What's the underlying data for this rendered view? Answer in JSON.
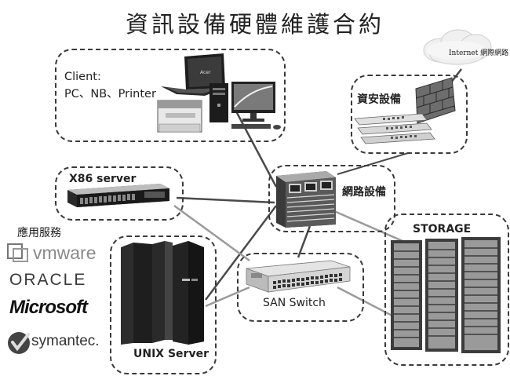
{
  "title": "資訊設備硬體維護合約",
  "client": {
    "line1": "Client:",
    "line2": "PC、NB、Printer"
  },
  "x86": {
    "label": "X86 server"
  },
  "network": {
    "label": "網路設備"
  },
  "security": {
    "label": "資安設備"
  },
  "internet": {
    "label": "Internet 網際網路"
  },
  "storage": {
    "label": "STORAGE"
  },
  "san": {
    "label": "SAN Switch"
  },
  "unix": {
    "label": "UNIX Server"
  },
  "apps": {
    "heading": "應用服務",
    "vendors": [
      "vmware",
      "ORACLE",
      "Microsoft",
      "symantec."
    ]
  },
  "colors": {
    "dark_link": "#4a4a4a",
    "light_link": "#9a9a9a",
    "box_border": "#3a3a3a"
  }
}
